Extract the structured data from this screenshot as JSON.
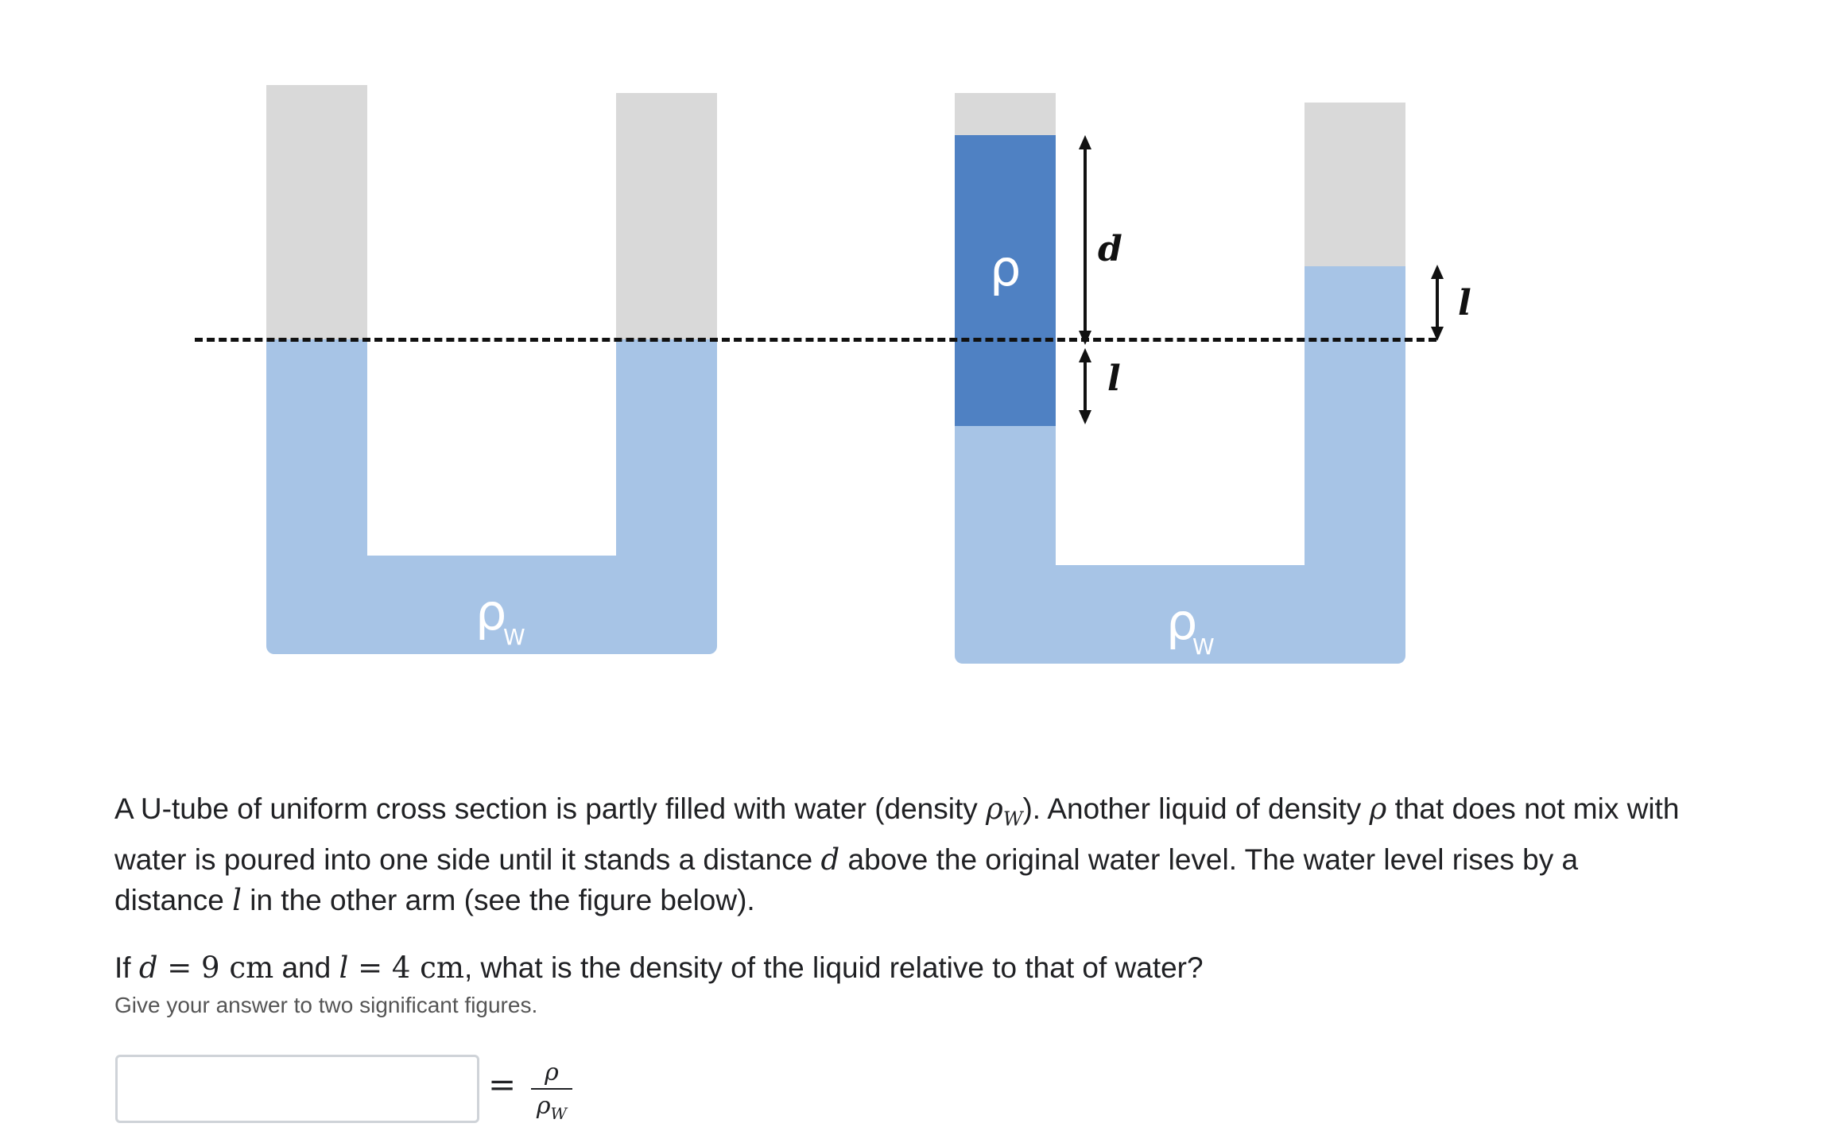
{
  "figure": {
    "colors": {
      "empty_tube": "#d9d9d9",
      "water": "#a7c4e6",
      "other_liquid": "#4f81c3",
      "dashed_line": "#111111"
    },
    "left_tube": {
      "symbol": "ρ",
      "subscript": "W"
    },
    "right_tube": {
      "liquid_symbol": "ρ",
      "water_symbol": "ρ",
      "water_subscript": "W",
      "label_d": "d",
      "label_l_left": "l",
      "label_l_right": "l"
    }
  },
  "problem": {
    "p1": "A U-tube of uniform cross section is partly filled with water (density ",
    "rho_w_main": "ρ",
    "rho_w_sub": "W",
    "p2": "). Another liquid of density ",
    "rho": "ρ",
    "p3": " that does not mix with water is poured into one side until it stands a distance ",
    "d": "d",
    "p4": " above the original water level. The water level rises by a distance ",
    "l": "l",
    "p5": " in the other arm (see the figure below).",
    "q_if": "If ",
    "q_d": "d",
    "q_eq1": " = 9 cm",
    "q_and": " and ",
    "q_l": "l",
    "q_eq2": " = 4 cm",
    "q_rest": ", what is the density of the liquid relative to that of water?",
    "hint": "Give your answer to two significant figures."
  },
  "answer": {
    "value": "",
    "placeholder": "",
    "equals": "=",
    "frac_num": "ρ",
    "frac_den": "ρ",
    "frac_den_sub": "W"
  }
}
